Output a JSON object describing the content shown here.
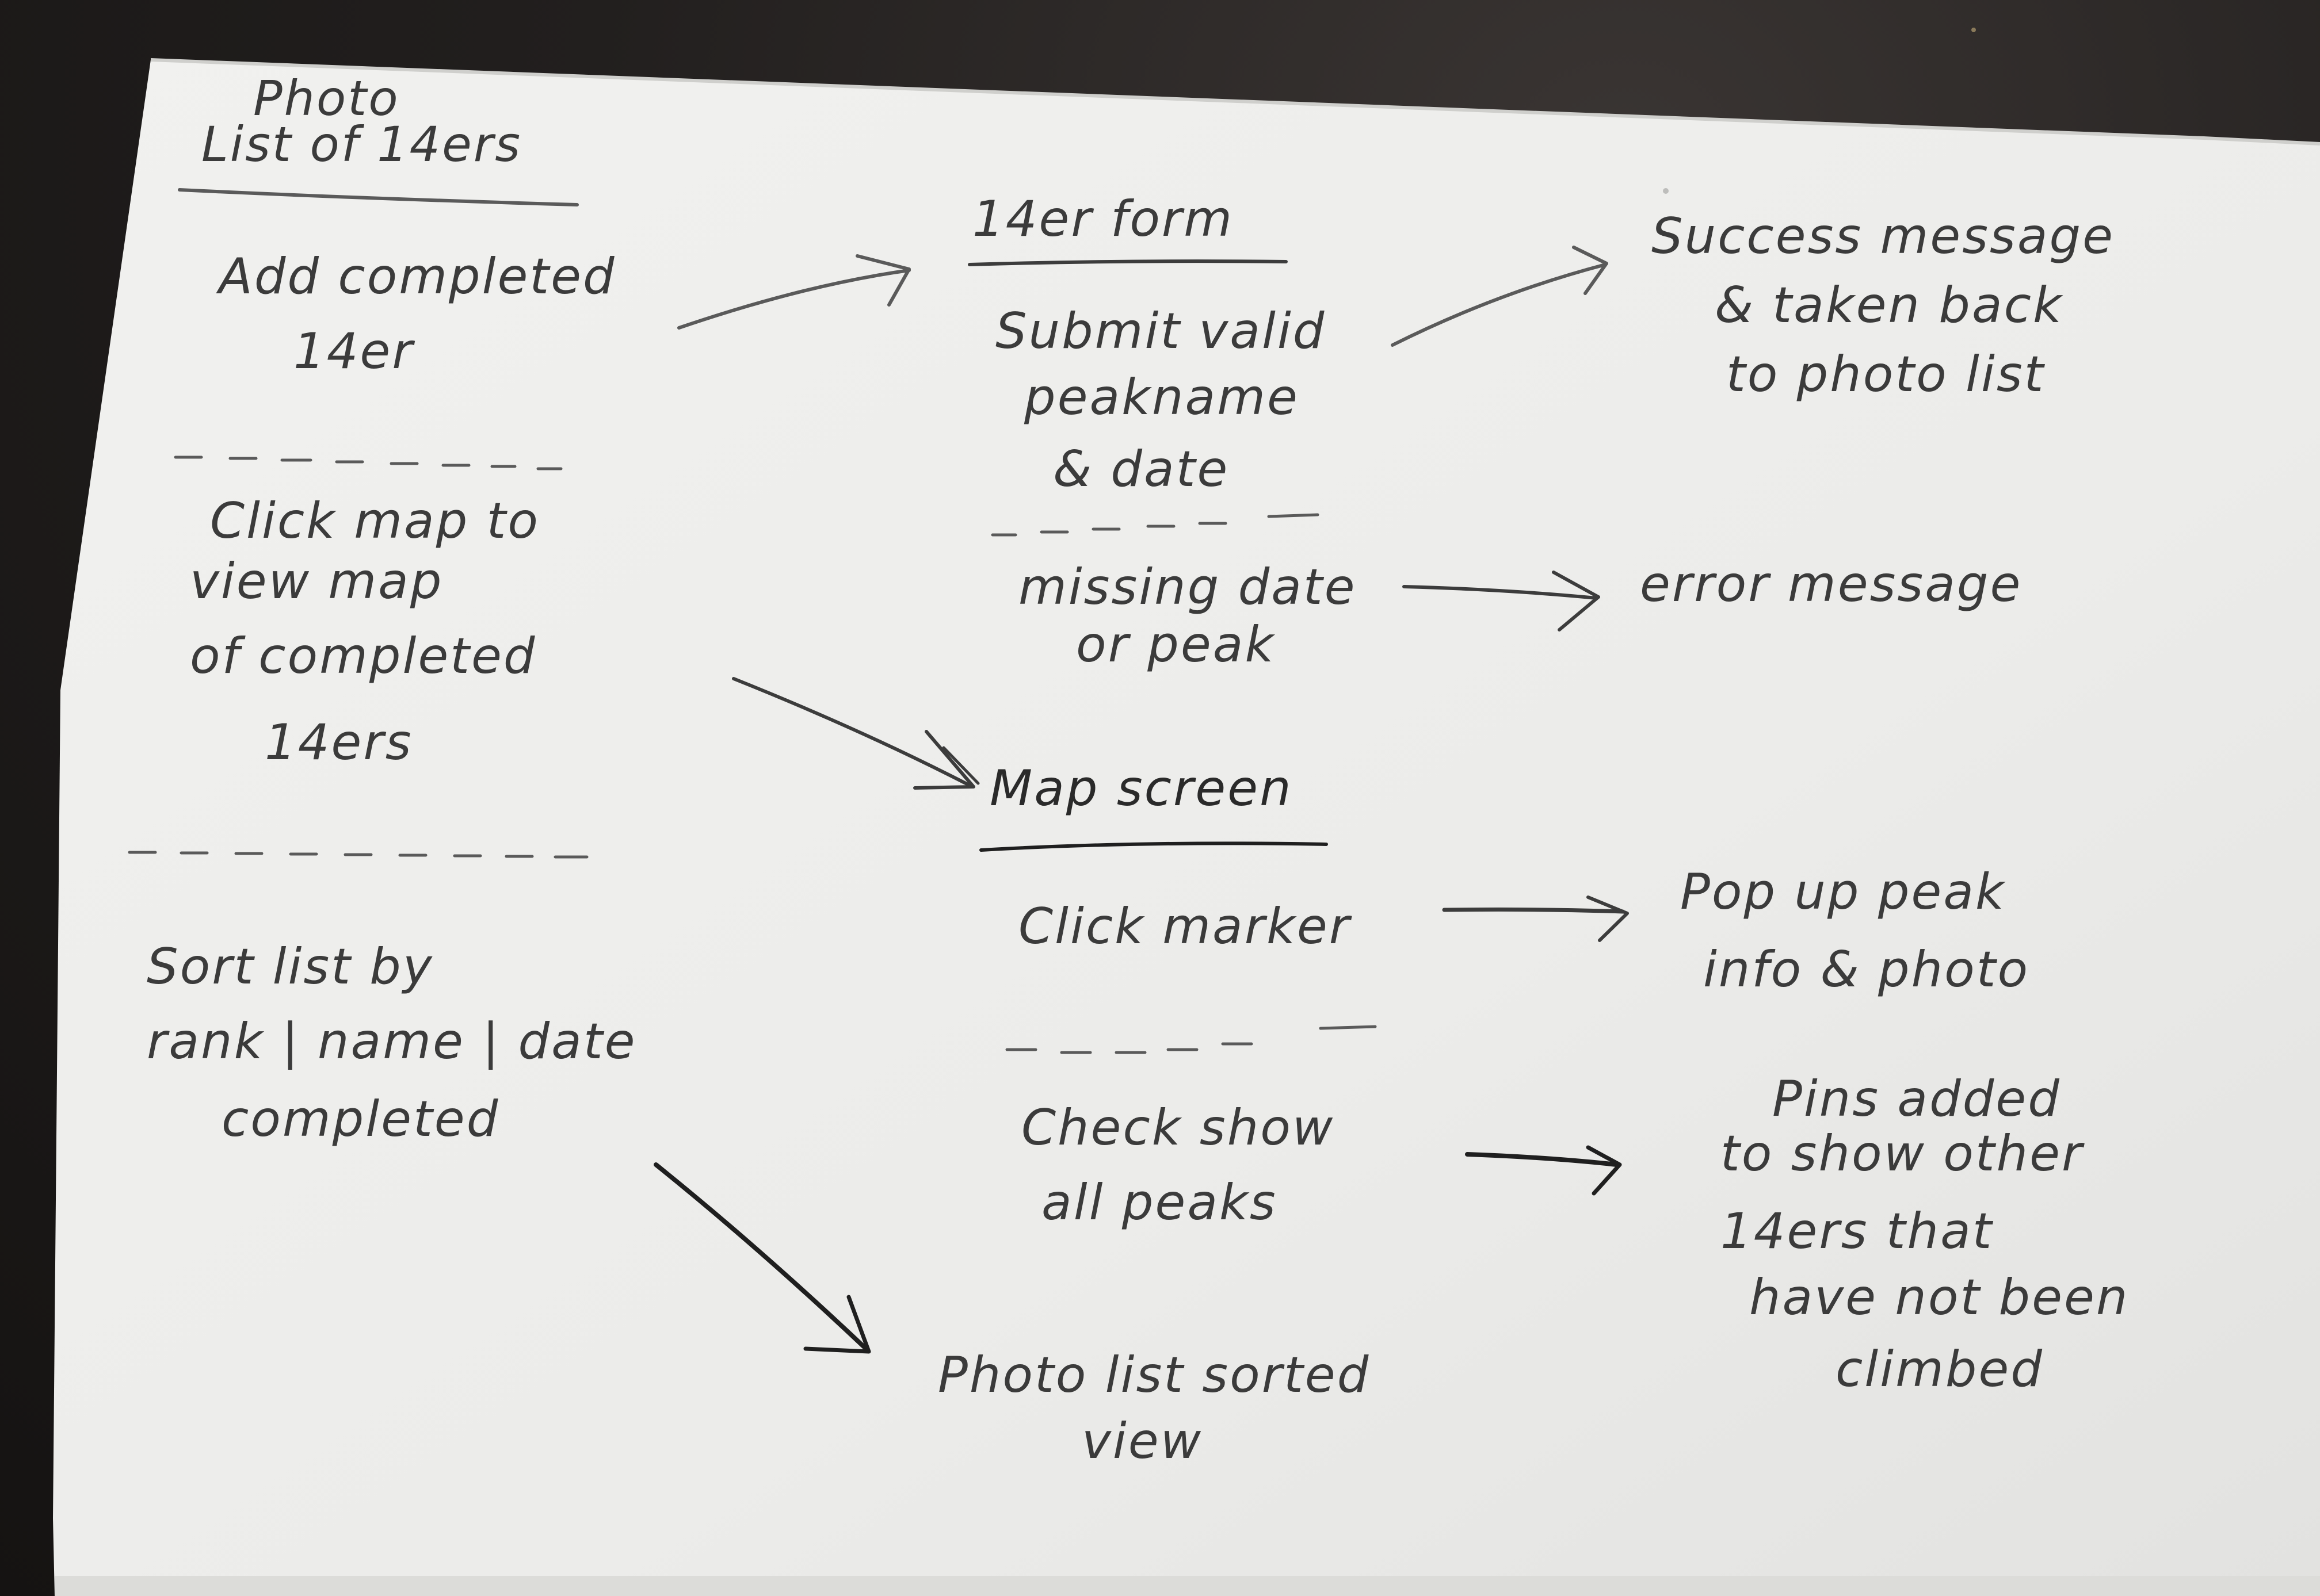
{
  "column_1": {
    "header": [
      "Photo",
      "List of 14ers"
    ],
    "items": [
      [
        "Add completed",
        "14er"
      ],
      [
        "Click map to",
        "view map",
        "of completed",
        "14ers"
      ],
      [
        "Sort list by",
        "rank | name | date",
        "completed"
      ]
    ]
  },
  "column_2": {
    "form_header": "14er form",
    "form_items": [
      [
        "Submit valid",
        "peakname",
        "& date"
      ],
      [
        "missing date",
        "or peak"
      ]
    ],
    "map_header": "Map screen",
    "map_items": [
      [
        "Click marker"
      ],
      [
        "Check show",
        "all peaks"
      ]
    ],
    "sorted_view": [
      "Photo list sorted",
      "view"
    ]
  },
  "column_3": {
    "outcomes": [
      [
        "Success message",
        "& taken back",
        "to photo list"
      ],
      [
        "error message"
      ],
      [
        "Pop up peak",
        "info & photo"
      ],
      [
        "Pins added",
        "to show other",
        "14ers that",
        "have not been",
        "climbed"
      ]
    ]
  },
  "colors": {
    "paper": "#eeeeec",
    "ink": "#3b3b3b",
    "background": "#1e1b1a"
  }
}
